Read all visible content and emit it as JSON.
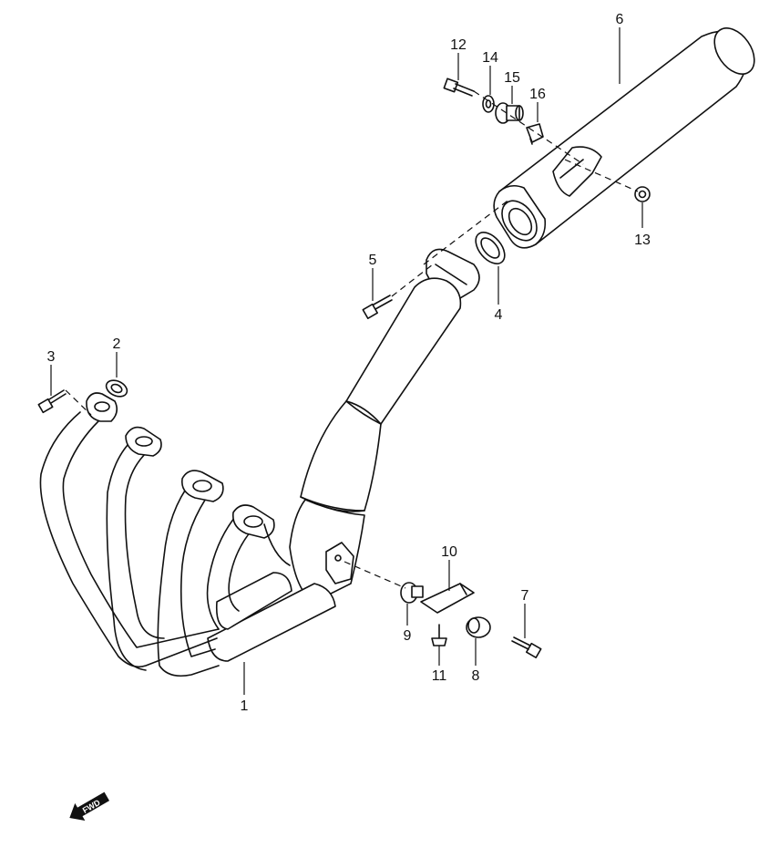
{
  "callouts": {
    "c1": "1",
    "c2": "2",
    "c3": "3",
    "c4": "4",
    "c5": "5",
    "c6": "6",
    "c7": "7",
    "c8": "8",
    "c9": "9",
    "c10": "10",
    "c11": "11",
    "c12": "12",
    "c13": "13",
    "c14": "14",
    "c15": "15",
    "c16": "16"
  },
  "fwd_label": "FWD"
}
